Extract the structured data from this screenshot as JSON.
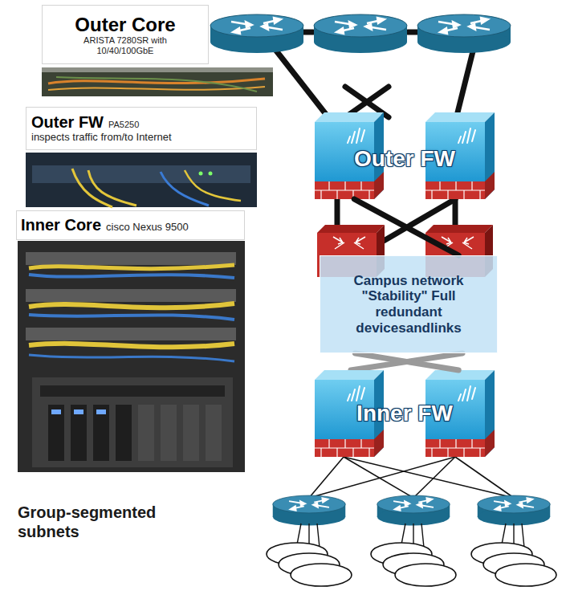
{
  "diagram": {
    "nodes": [
      {
        "text": [
          "Outer Core",
          "ARISTA 7280SR with 10/40/100GbE"
        ]
      },
      {
        "text": [
          "Outer FW",
          "PA5250",
          "inspects traffic from/to Internet"
        ]
      },
      {
        "text": [
          "Inner Core",
          "cisco Nexus 9500"
        ]
      },
      {
        "text": [
          "Outer FW"
        ]
      },
      {
        "text": [
          "Campus network \"Stability\" Full redundant devicesandlinks"
        ]
      },
      {
        "text": [
          "Inner FW"
        ]
      }
    ],
    "edges": [
      {
        "from": 3,
        "to": 4,
        "arrow": "none"
      },
      {
        "from": 4,
        "to": 5,
        "arrow": "none"
      }
    ],
    "labels": [
      "Group-segmented subnets"
    ]
  }
}
